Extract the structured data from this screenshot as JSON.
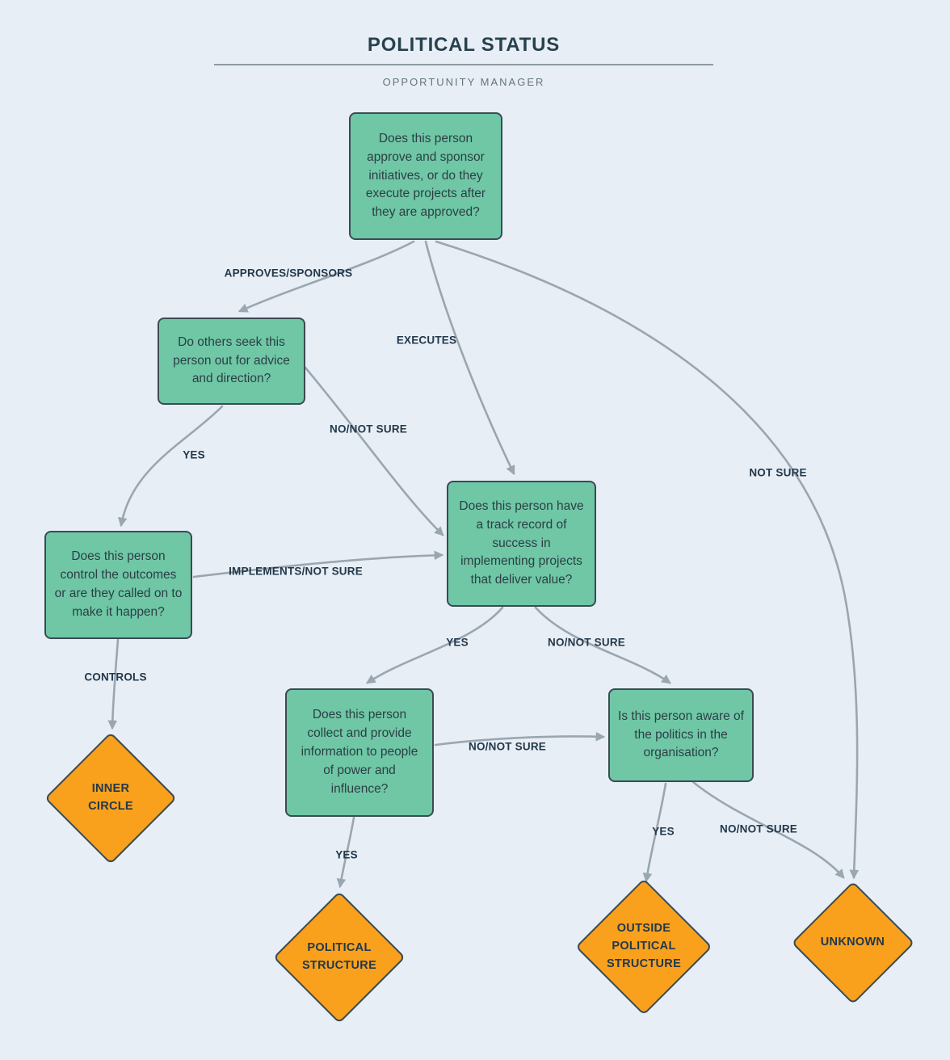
{
  "header": {
    "title": "POLITICAL STATUS",
    "subtitle": "OPPORTUNITY MANAGER"
  },
  "nodes": {
    "root": {
      "text": "Does this person approve and sponsor initiatives, or do they execute projects after they are approved?"
    },
    "advice": {
      "text": "Do others seek this person out for advice and direction?"
    },
    "track_record": {
      "text": "Does this person have a track record of success in implementing projects that deliver value?"
    },
    "control_outcomes": {
      "text": "Does this person control the outcomes or are they called on to make it happen?"
    },
    "collect_info": {
      "text": "Does this person collect and provide information to people of power and influence?"
    },
    "aware_politics": {
      "text": "Is this person aware of the politics in the organisation?"
    }
  },
  "terminals": {
    "inner_circle": {
      "label": "INNER CIRCLE"
    },
    "political_structure": {
      "label": "POLITICAL STRUCTURE"
    },
    "outside_political_structure": {
      "label": "OUTSIDE POLITICAL STRUCTURE"
    },
    "unknown": {
      "label": "UNKNOWN"
    }
  },
  "edge_labels": {
    "root_approves": "APPROVES/SPONSORS",
    "root_executes": "EXECUTES",
    "root_not_sure": "NOT SURE",
    "advice_yes": "YES",
    "advice_no": "NO/NOT SURE",
    "control_implements": "IMPLEMENTS/NOT SURE",
    "control_controls": "CONTROLS",
    "track_yes": "YES",
    "track_no": "NO/NOT SURE",
    "collect_no": "NO/NOT SURE",
    "collect_yes": "YES",
    "aware_yes": "YES",
    "aware_no": "NO/NOT SURE"
  },
  "colors": {
    "background": "#e8eef5",
    "node_fill": "#6fc7a5",
    "node_border": "#3a4b54",
    "terminal_fill": "#f9a11c",
    "terminal_border": "#3a4b54",
    "edge": "#9aa6b0",
    "label_text": "#22384c"
  }
}
